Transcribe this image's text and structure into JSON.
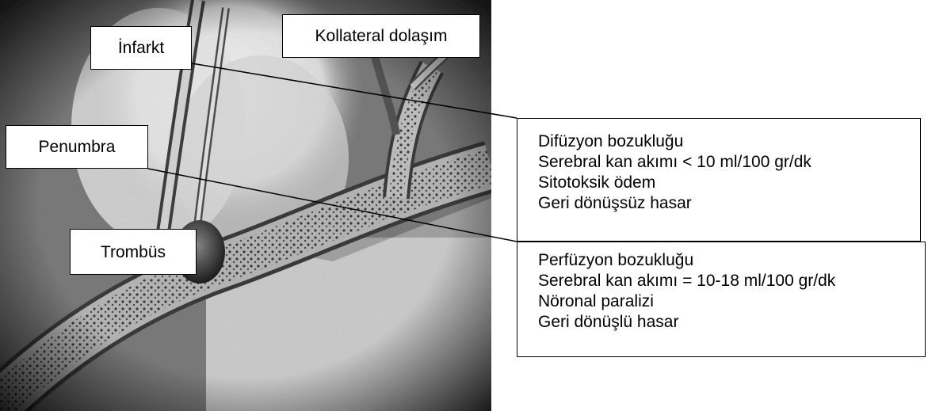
{
  "labels": {
    "infarkt": "İnfarkt",
    "kollateral": "Kollateral dolaşım",
    "penumbra": "Penumbra",
    "trombus": "Trombüs"
  },
  "info_infarkt": {
    "line1": "Difüzyon bozukluğu",
    "line2": "Serebral kan akımı < 10 ml/100 gr/dk",
    "line3": "Sitotoksik ödem",
    "line4": "Geri dönüşsüz hasar"
  },
  "info_penumbra": {
    "line1": "Perfüzyon bozukluğu",
    "line2": "Serebral kan akımı = 10-18 ml/100 gr/dk",
    "line3": "Nöronal paralizi",
    "line4": "Geri dönüşlü hasar"
  }
}
